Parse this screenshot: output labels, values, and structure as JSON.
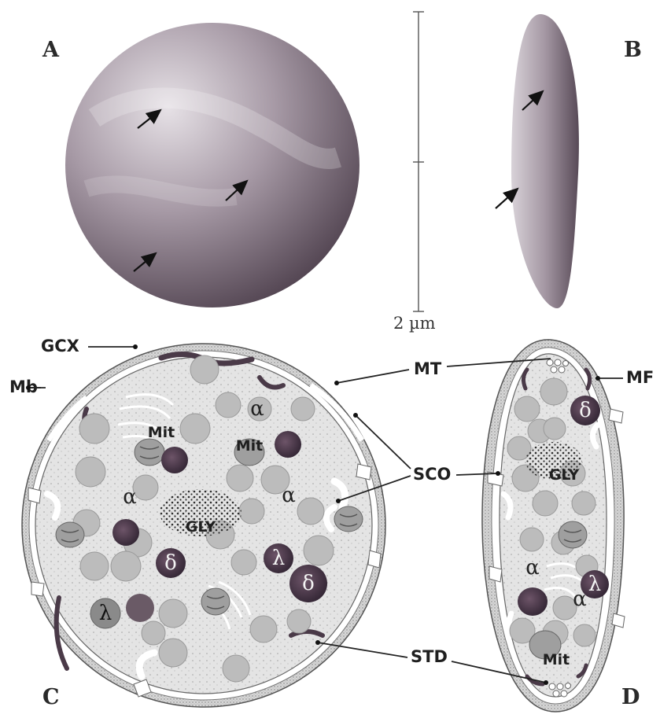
{
  "panels": {
    "a": "A",
    "b": "B",
    "c": "C",
    "d": "D"
  },
  "scale_bar": {
    "label": "2 µm"
  },
  "labels": {
    "gcx": "GCX",
    "mb": "Mb",
    "mt": "MT",
    "mf": "MF",
    "sco": "SCO",
    "std": "STD"
  },
  "organelles": {
    "mit": "Mit",
    "gly": "GLY",
    "alpha": "α",
    "delta": "δ",
    "lambda": "λ"
  }
}
